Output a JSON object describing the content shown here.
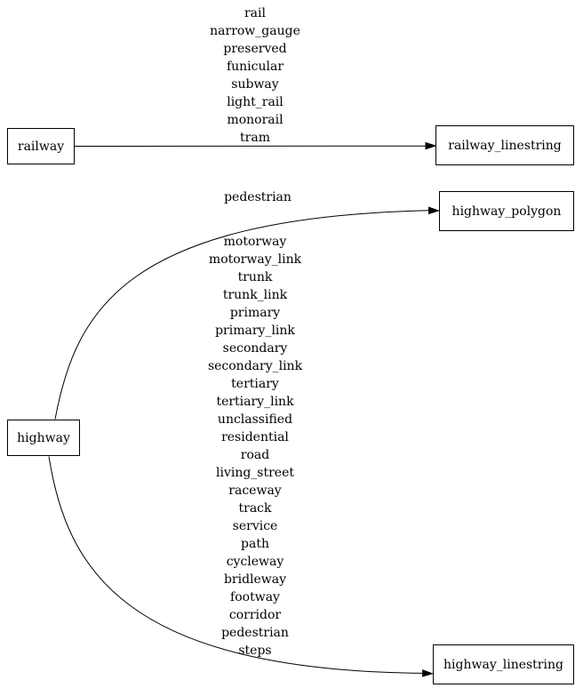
{
  "diagram": {
    "nodes": {
      "railway": {
        "label": "railway"
      },
      "railway_linestring": {
        "label": "railway_linestring"
      },
      "highway": {
        "label": "highway"
      },
      "highway_polygon": {
        "label": "highway_polygon"
      },
      "highway_linestring": {
        "label": "highway_linestring"
      }
    },
    "edges": [
      {
        "from": "railway",
        "to": "railway_linestring",
        "labels": [
          "rail",
          "narrow_gauge",
          "preserved",
          "funicular",
          "subway",
          "light_rail",
          "monorail",
          "tram"
        ]
      },
      {
        "from": "highway",
        "to": "highway_polygon",
        "labels": [
          "pedestrian"
        ]
      },
      {
        "from": "highway",
        "to": "highway_linestring",
        "labels": [
          "motorway",
          "motorway_link",
          "trunk",
          "trunk_link",
          "primary",
          "primary_link",
          "secondary",
          "secondary_link",
          "tertiary",
          "tertiary_link",
          "unclassified",
          "residential",
          "road",
          "living_street",
          "raceway",
          "track",
          "service",
          "path",
          "cycleway",
          "bridleway",
          "footway",
          "corridor",
          "pedestrian",
          "steps"
        ]
      }
    ],
    "colors": {
      "line": "#000000",
      "background": "#ffffff",
      "text": "#000000"
    }
  }
}
